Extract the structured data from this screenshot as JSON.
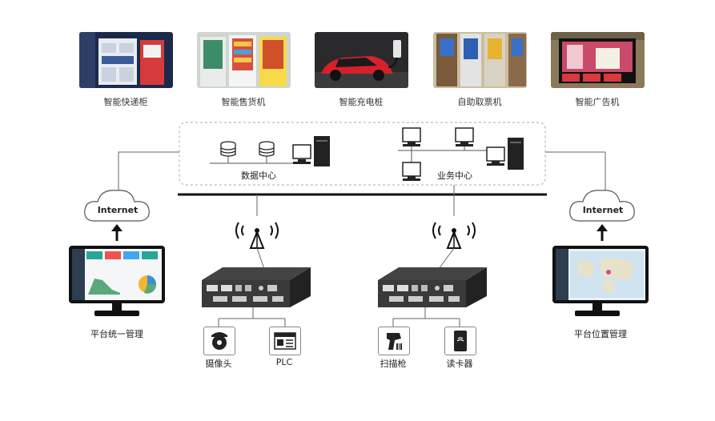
{
  "top_row": {
    "items": [
      {
        "label": "智能快递柜",
        "icon": "locker-photo"
      },
      {
        "label": "智能售货机",
        "icon": "vending-machine-photo"
      },
      {
        "label": "智能充电桩",
        "icon": "ev-charger-photo"
      },
      {
        "label": "自助取票机",
        "icon": "ticket-kiosk-photo"
      },
      {
        "label": "智能广告机",
        "icon": "ad-screen-photo"
      }
    ]
  },
  "center": {
    "data_center_label": "数据中心",
    "business_center_label": "业务中心"
  },
  "clouds": {
    "left_label": "Internet",
    "right_label": "Internet"
  },
  "monitors": {
    "left_label": "平台统一管理",
    "right_label": "平台位置管理"
  },
  "devices": {
    "left": [
      {
        "label": "摄像头",
        "icon": "camera-icon"
      },
      {
        "label": "PLC",
        "icon": "plc-icon"
      }
    ],
    "right": [
      {
        "label": "扫描枪",
        "icon": "scanner-icon"
      },
      {
        "label": "读卡器",
        "icon": "card-reader-icon"
      }
    ]
  }
}
